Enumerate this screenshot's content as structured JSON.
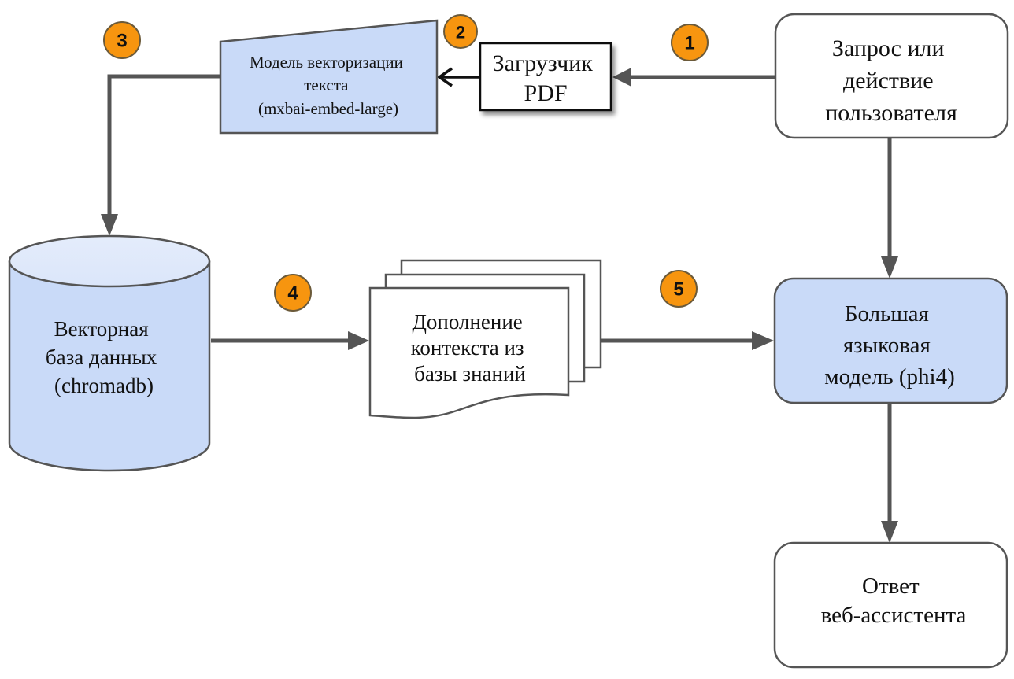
{
  "diagram": {
    "nodes": {
      "user_request": {
        "lines": [
          "Запрос или",
          "действие",
          "пользователя"
        ],
        "shape": "rounded-rect",
        "fill": "#ffffff"
      },
      "pdf_loader": {
        "lines": [
          "Загрузчик",
          "PDF"
        ],
        "shape": "rect-shadow",
        "fill": "#ffffff"
      },
      "embed_model": {
        "lines": [
          "Модель векторизации",
          "текста",
          "(mxbai-embed-large)"
        ],
        "shape": "manual-input",
        "fill": "#c9daf8"
      },
      "vector_db": {
        "lines": [
          "Векторная",
          "база данных",
          "(chromadb)"
        ],
        "shape": "cylinder",
        "fill": "#c9daf8"
      },
      "context_docs": {
        "lines": [
          "Дополнение",
          "контекста из",
          "базы знаний"
        ],
        "shape": "multi-document",
        "fill": "#ffffff"
      },
      "llm": {
        "lines": [
          "Большая",
          "языковая",
          "модель (phi4)"
        ],
        "shape": "rounded-rect",
        "fill": "#c9daf8"
      },
      "answer": {
        "lines": [
          "Ответ",
          "веб-ассистента"
        ],
        "shape": "rounded-rect",
        "fill": "#ffffff"
      }
    },
    "edges": [
      {
        "from": "user_request",
        "to": "pdf_loader"
      },
      {
        "from": "pdf_loader",
        "to": "embed_model"
      },
      {
        "from": "embed_model",
        "to": "vector_db"
      },
      {
        "from": "vector_db",
        "to": "context_docs"
      },
      {
        "from": "context_docs",
        "to": "llm"
      },
      {
        "from": "user_request",
        "to": "llm"
      },
      {
        "from": "llm",
        "to": "answer"
      }
    ],
    "badges": [
      {
        "label": "1"
      },
      {
        "label": "2"
      },
      {
        "label": "3"
      },
      {
        "label": "4"
      },
      {
        "label": "5"
      }
    ],
    "colors": {
      "badge_fill": "#f7950f",
      "badge_stroke": "#6b5a3a",
      "accent_fill": "#c9daf8",
      "stroke": "#555555"
    }
  }
}
